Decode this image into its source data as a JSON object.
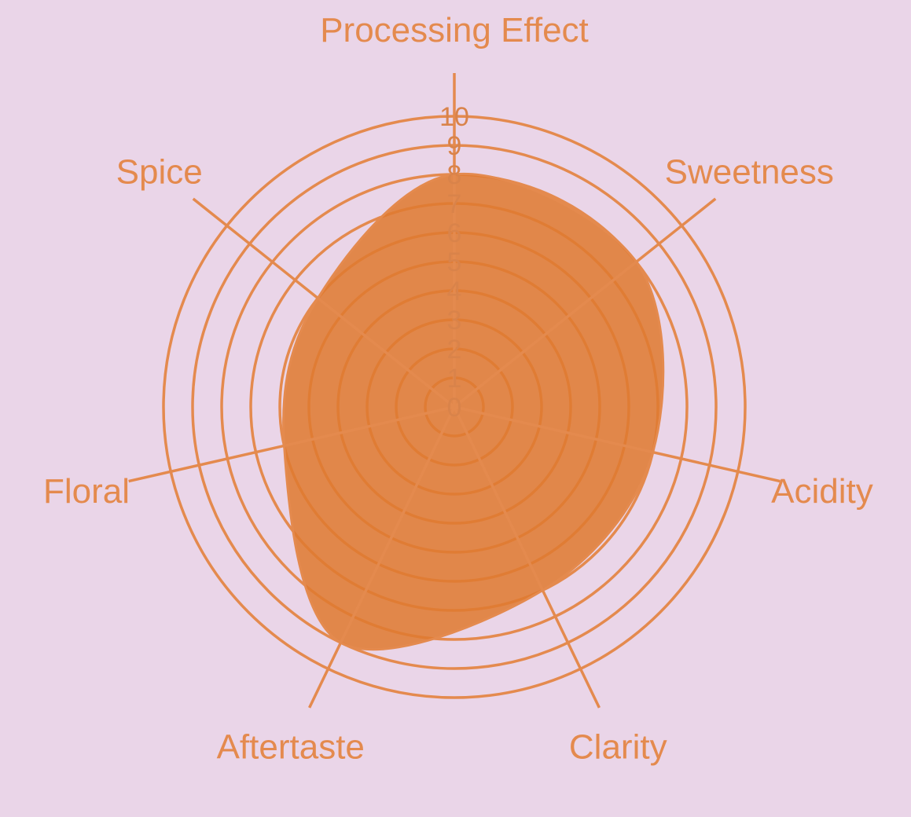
{
  "chart_data": {
    "type": "radar",
    "title": "",
    "axes": [
      "Processing Effect",
      "Sweetness",
      "Acidity",
      "Clarity",
      "Aftertaste",
      "Floral",
      "Spice"
    ],
    "values": [
      8,
      8,
      7,
      7,
      9,
      6,
      6
    ],
    "rlim": [
      0,
      10
    ],
    "radial_ticks": [
      "0",
      "1",
      "2",
      "3",
      "4",
      "5",
      "6",
      "7",
      "8",
      "9",
      "10"
    ],
    "grid": true,
    "smooth": true,
    "colors": {
      "background": "#ead5e8",
      "line": "#e48a4e",
      "fill": "#e07a30"
    }
  }
}
